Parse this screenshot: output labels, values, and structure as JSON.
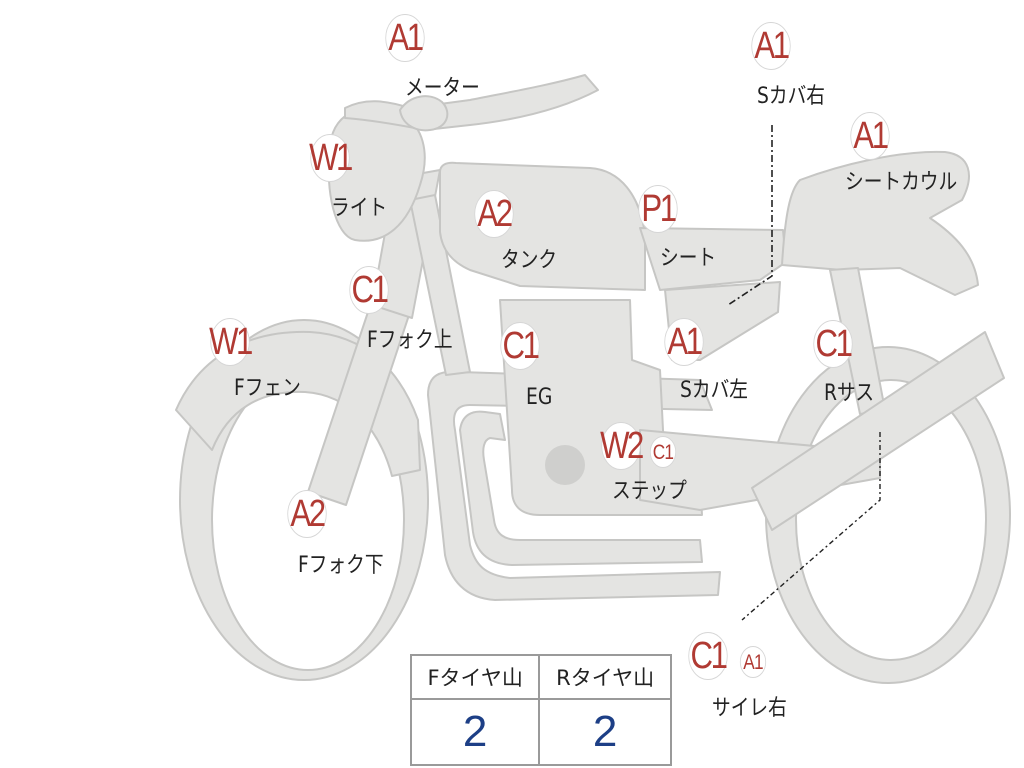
{
  "parts": [
    {
      "id": "meter",
      "grade": "A1",
      "label": "メーター"
    },
    {
      "id": "light",
      "grade": "W1",
      "label": "ライト"
    },
    {
      "id": "tank",
      "grade": "A2",
      "label": "タンク"
    },
    {
      "id": "seat",
      "grade": "P1",
      "label": "シート"
    },
    {
      "id": "side-cover-right",
      "grade": "A1",
      "label": "Sカバ右"
    },
    {
      "id": "seat-cowl",
      "grade": "A1",
      "label": "シートカウル"
    },
    {
      "id": "front-fork-upper",
      "grade": "C1",
      "label": "Fフォク上"
    },
    {
      "id": "front-fender",
      "grade": "W1",
      "label": "Fフェン"
    },
    {
      "id": "engine",
      "grade": "C1",
      "label": "EG"
    },
    {
      "id": "side-cover-left",
      "grade": "A1",
      "label": "Sカバ左"
    },
    {
      "id": "rear-suspension",
      "grade": "C1",
      "label": "Rサス"
    },
    {
      "id": "step",
      "grade": "W2",
      "grade_secondary": "C1",
      "label": "ステップ"
    },
    {
      "id": "front-fork-lower",
      "grade": "A2",
      "label": "Fフォク下"
    },
    {
      "id": "muffler-right",
      "grade": "C1",
      "grade_secondary": "A1",
      "label": "サイレ右"
    }
  ],
  "tread": {
    "front_header": "Fタイヤ山",
    "rear_header": "Rタイヤ山",
    "front_value": "2",
    "rear_value": "2"
  },
  "colors": {
    "bike_fill": "#e4e4e2",
    "bike_stroke": "#c6c6c4",
    "grade_text": "#b03a33",
    "tread_value": "#1d3f86"
  }
}
